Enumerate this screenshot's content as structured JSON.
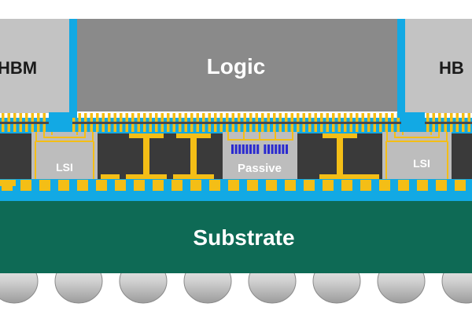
{
  "labels": {
    "hbm_left": "HBM",
    "logic": "Logic",
    "hbm_right": "HB",
    "lsi_left": "LSI",
    "passive": "Passive",
    "lsi_right": "LSI",
    "substrate": "Substrate"
  },
  "colors": {
    "background": "#ffffff",
    "hbm": "#c3c3c3",
    "logic": "#8a8a8a",
    "blue": "#12a9e4",
    "dark_die": "#3a3a3a",
    "lsi": "#bdbdbd",
    "gold": "#f4be16",
    "substrate": "#0e6a55",
    "balls": "#d2d2d2",
    "passive_caps": "#2a2ad0",
    "text_light": "#ffffff",
    "text_dark": "#1a1a1a"
  }
}
